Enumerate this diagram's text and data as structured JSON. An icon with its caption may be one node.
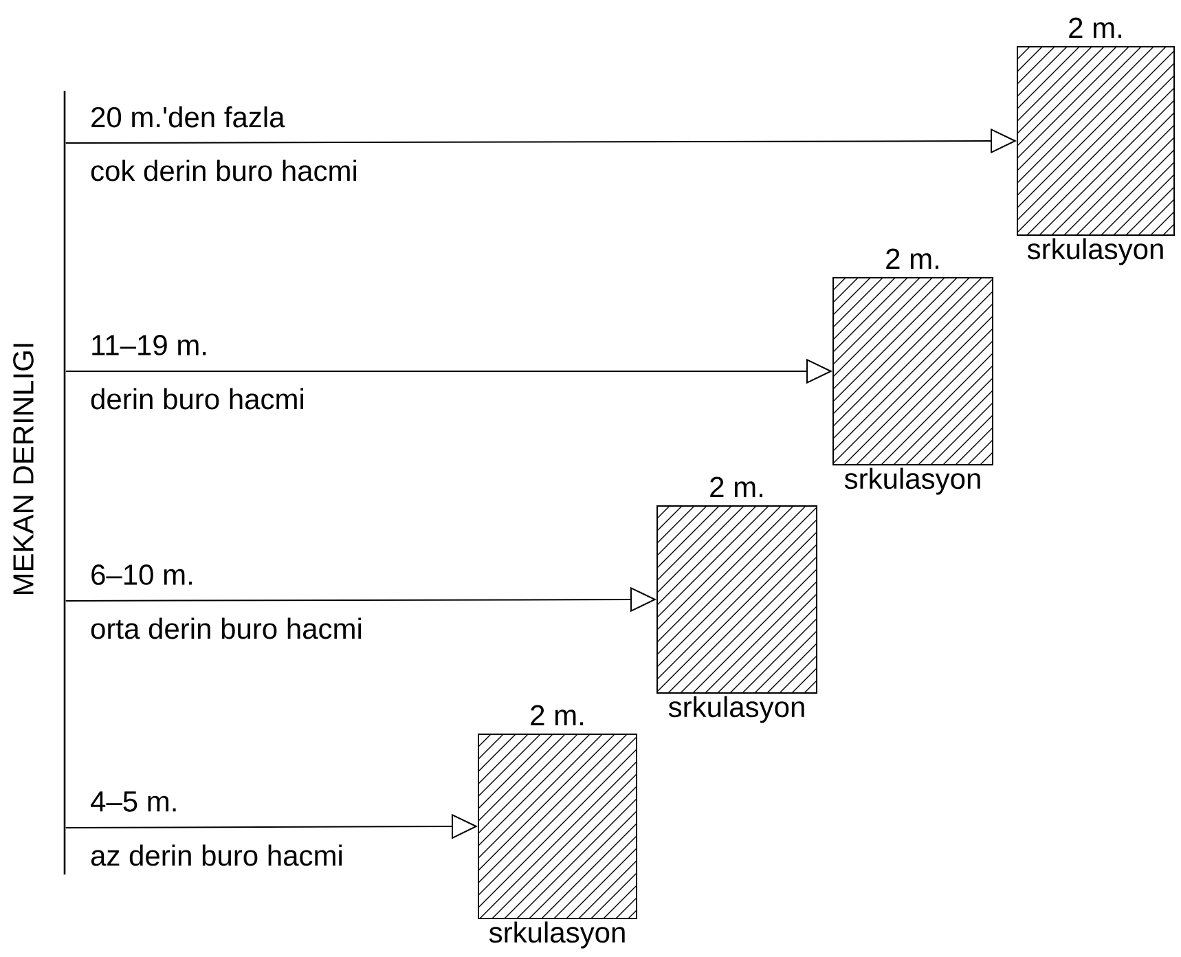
{
  "diagram": {
    "nodes": [
      {
        "text": [],
        "shape": "bar",
        "beside": [
          "MEKAN DERINLIGI"
        ]
      },
      {
        "text": [],
        "shape": "box",
        "beside": [
          "2 m.",
          "srkulasyon"
        ]
      },
      {
        "text": [],
        "shape": "box",
        "beside": [
          "2 m.",
          "srkulasyon"
        ]
      },
      {
        "text": [],
        "shape": "box",
        "beside": [
          "2 m.",
          "srkulasyon"
        ]
      },
      {
        "text": [],
        "shape": "box",
        "beside": [
          "2 m.",
          "srkulasyon"
        ]
      }
    ],
    "edges": [
      {
        "from": 0,
        "to": 1,
        "arrow": "to",
        "label": "20 m.'den fazla"
      },
      {
        "from": 0,
        "to": 2,
        "arrow": "to",
        "label": "11–19 m."
      },
      {
        "from": 0,
        "to": 3,
        "arrow": "to",
        "label": "6–10 m."
      },
      {
        "from": 0,
        "to": 4,
        "arrow": "to",
        "label": "4–5 m."
      }
    ],
    "labels": [
      "cok derin buro hacmi",
      "derin buro hacmi",
      "orta derin buro hacmi",
      "az derin buro hacmi"
    ]
  }
}
